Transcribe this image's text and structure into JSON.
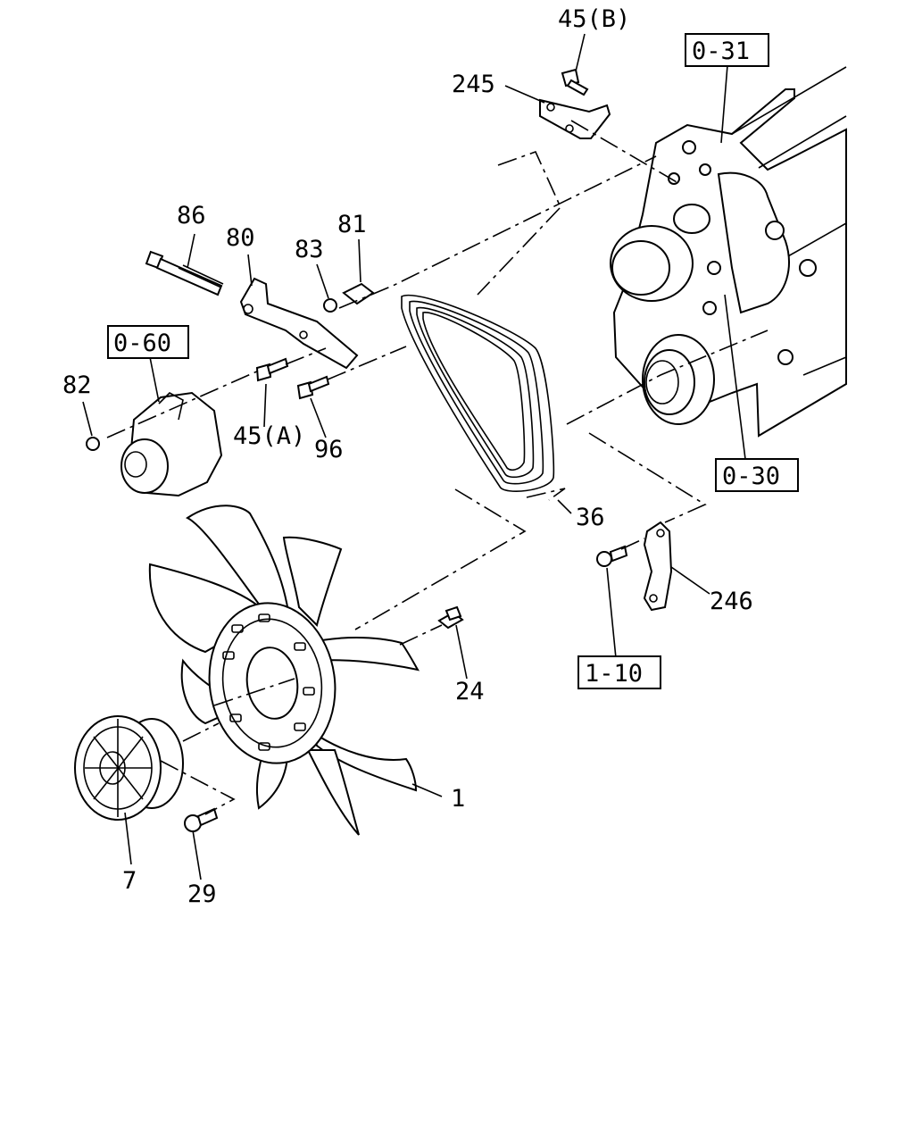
{
  "callouts": {
    "c45b": "45(B)",
    "c245": "245",
    "c86": "86",
    "c80": "80",
    "c83": "83",
    "c81": "81",
    "c82": "82",
    "c45a": "45(A)",
    "c96": "96",
    "c36": "36",
    "c246": "246",
    "c24": "24",
    "c1": "1",
    "c7": "7",
    "c29": "29"
  },
  "references": {
    "r031": "0-31",
    "r060": "0-60",
    "r030": "0-30",
    "r110": "1-10"
  }
}
